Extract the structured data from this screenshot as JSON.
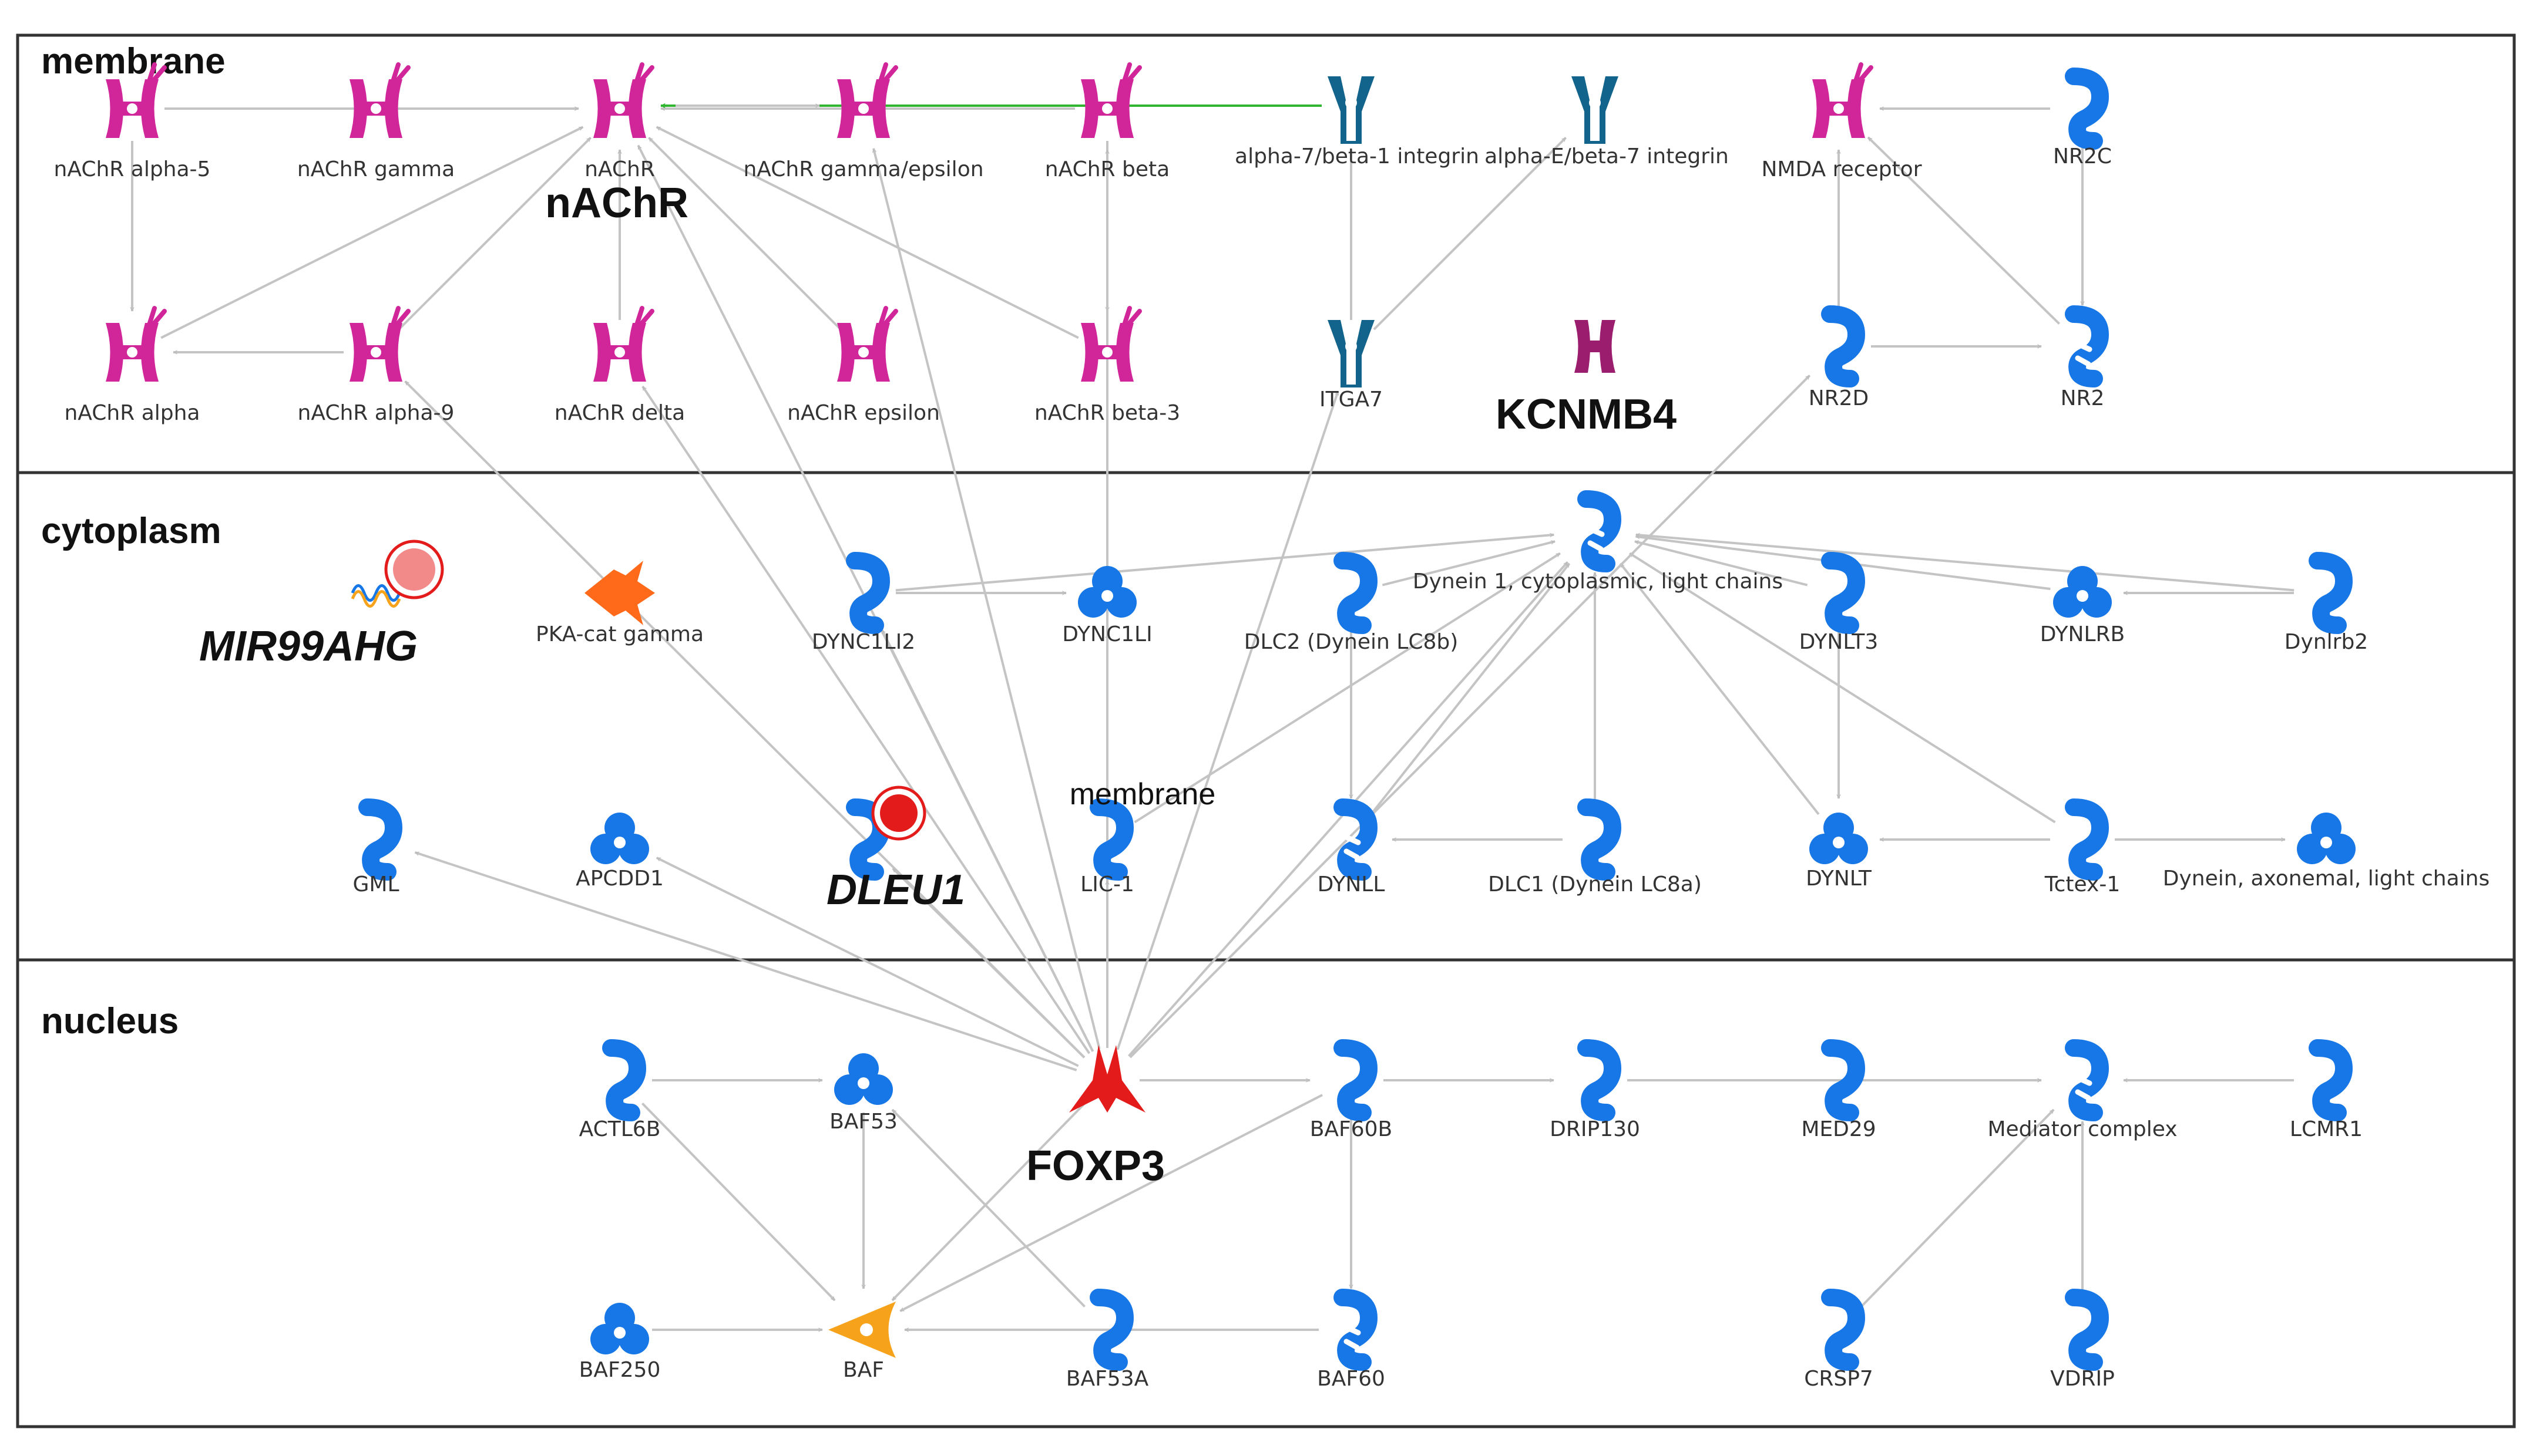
{
  "sections": {
    "membrane": "membrane",
    "cytoplasm": "cytoplasm",
    "nucleus": "nucleus"
  },
  "colors": {
    "magenta": "#d1259a",
    "teal": "#12648c",
    "blue": "#1877e6",
    "orange": "#ff6a1a",
    "gold": "#f7a21b",
    "red": "#e31b1b",
    "pink": "#f28a8a",
    "edge": "#c4c4c4",
    "green": "#2fb52f",
    "dark_magenta": "#9b1d6e"
  },
  "nodes": {
    "nachr_alpha5": {
      "label": "nAChR alpha-5",
      "icon": "receptor-channel-icon"
    },
    "nachr_gamma": {
      "label": "nAChR gamma",
      "icon": "receptor-channel-icon"
    },
    "nachr": {
      "label": "nAChR",
      "icon": "receptor-channel-icon"
    },
    "nachr_gamma_eps": {
      "label": "nAChR gamma/epsilon",
      "icon": "receptor-channel-icon"
    },
    "nachr_beta": {
      "label": "nAChR beta",
      "icon": "receptor-channel-icon"
    },
    "int_a7b1": {
      "label": "alpha-7/beta-1 integrin",
      "icon": "integrin-receptor-icon"
    },
    "int_aeb7": {
      "label": "alpha-E/beta-7 integrin",
      "icon": "integrin-receptor-icon"
    },
    "nmda": {
      "label": "NMDA receptor",
      "icon": "receptor-channel-icon"
    },
    "nr2c": {
      "label": "NR2C",
      "icon": "protein-icon"
    },
    "nachr_alpha": {
      "label": "nAChR alpha",
      "icon": "receptor-channel-icon"
    },
    "nachr_alpha9": {
      "label": "nAChR alpha-9",
      "icon": "receptor-channel-icon"
    },
    "nachr_delta": {
      "label": "nAChR delta",
      "icon": "receptor-channel-icon"
    },
    "nachr_eps": {
      "label": "nAChR epsilon",
      "icon": "receptor-channel-icon"
    },
    "nachr_beta3": {
      "label": "nAChR beta-3",
      "icon": "receptor-channel-icon"
    },
    "itga7": {
      "label": "ITGA7",
      "icon": "integrin-receptor-icon"
    },
    "kcnmb4": {
      "label": "",
      "icon": "ion-channel-icon"
    },
    "nr2d": {
      "label": "NR2D",
      "icon": "protein-icon"
    },
    "nr2": {
      "label": "NR2",
      "icon": "protein-group-icon"
    },
    "mir99ahg": {
      "label": "",
      "icon": "rna-icon"
    },
    "pka": {
      "label": "PKA-cat gamma",
      "icon": "kinase-icon"
    },
    "dync1li2": {
      "label": "DYNC1LI2",
      "icon": "protein-icon"
    },
    "dync1li": {
      "label": "DYNC1LI",
      "icon": "complex-icon"
    },
    "dlc2": {
      "label": "DLC2 (Dynein LC8b)",
      "icon": "protein-icon"
    },
    "dynein1": {
      "label": "Dynein 1, cytoplasmic, light chains",
      "icon": "protein-group-icon"
    },
    "dynlt3": {
      "label": "DYNLT3",
      "icon": "protein-icon"
    },
    "dynlrb": {
      "label": "DYNLRB",
      "icon": "complex-icon"
    },
    "dynlrb2": {
      "label": "Dynlrb2",
      "icon": "protein-icon"
    },
    "gml": {
      "label": "GML",
      "icon": "protein-icon"
    },
    "apcdd1": {
      "label": "APCDD1",
      "icon": "complex-icon"
    },
    "dleu1": {
      "label": "",
      "icon": "protein-icon"
    },
    "lic1": {
      "label": "LIC-1",
      "icon": "protein-icon"
    },
    "dynll": {
      "label": "DYNLL",
      "icon": "protein-group-icon"
    },
    "dlc1": {
      "label": "DLC1 (Dynein LC8a)",
      "icon": "protein-icon"
    },
    "dynlt": {
      "label": "DYNLT",
      "icon": "complex-icon"
    },
    "tctex1": {
      "label": "Tctex-1",
      "icon": "protein-icon"
    },
    "dynein_ax": {
      "label": "Dynein, axonemal, light chains",
      "icon": "complex-icon"
    },
    "actl6b": {
      "label": "ACTL6B",
      "icon": "protein-icon"
    },
    "baf53": {
      "label": "BAF53",
      "icon": "complex-icon"
    },
    "foxp3": {
      "label": "",
      "icon": "transcription-factor-icon"
    },
    "baf60b": {
      "label": "BAF60B",
      "icon": "protein-icon"
    },
    "drip130": {
      "label": "DRIP130",
      "icon": "protein-icon"
    },
    "med29": {
      "label": "MED29",
      "icon": "protein-icon"
    },
    "mediator": {
      "label": "Mediator complex",
      "icon": "protein-group-icon"
    },
    "lcmr1": {
      "label": "LCMR1",
      "icon": "protein-icon"
    },
    "baf250": {
      "label": "BAF250",
      "icon": "complex-icon"
    },
    "baf": {
      "label": "BAF",
      "icon": "baf-complex-icon"
    },
    "baf53a": {
      "label": "BAF53A",
      "icon": "protein-icon"
    },
    "baf60": {
      "label": "BAF60",
      "icon": "protein-group-icon"
    },
    "crsp7": {
      "label": "CRSP7",
      "icon": "protein-icon"
    },
    "vdrip": {
      "label": "VDRIP",
      "icon": "protein-icon"
    }
  },
  "highlights": {
    "nachr": "nAChR",
    "kcnmb4": "KCNMB4",
    "mir99ahg": "MIR99AHG",
    "dleu1": "DLEU1",
    "foxp3": "FOXP3",
    "membrane_note": "membrane"
  }
}
